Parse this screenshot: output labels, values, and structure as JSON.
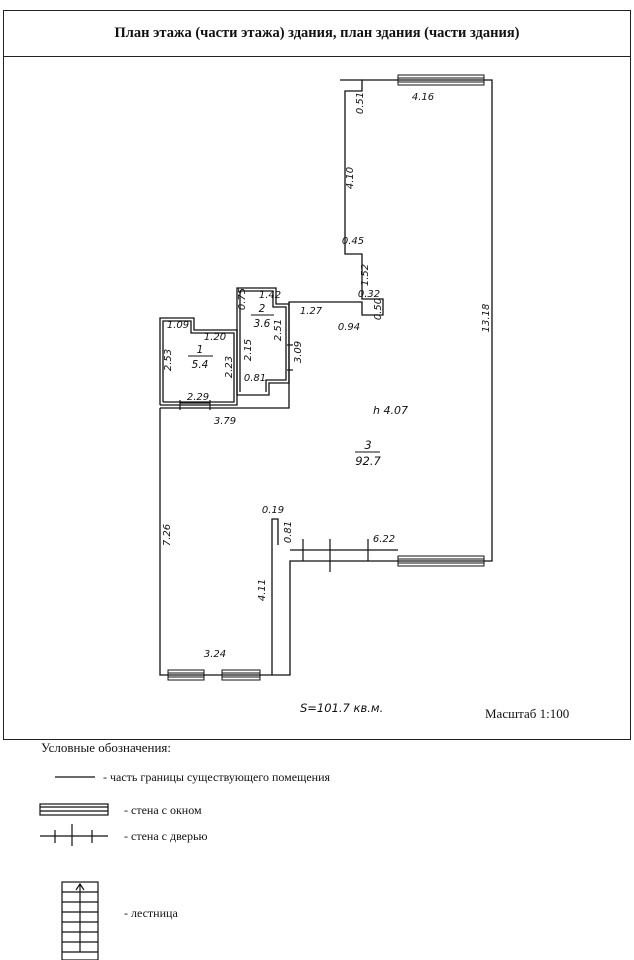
{
  "header": {
    "title": "План этажа (части этажа) здания, план здания (части здания)"
  },
  "plan": {
    "height_label": "h 4.07",
    "total_area": "S=101.7 кв.м.",
    "scale": "Масштаб 1:100",
    "rooms": [
      {
        "number": "1",
        "area": "5.4"
      },
      {
        "number": "2",
        "area": "3.6"
      },
      {
        "number": "3",
        "area": "92.7"
      }
    ],
    "dimensions": {
      "d416": "4.16",
      "d051": "0.51",
      "d410": "4.10",
      "d045": "0.45",
      "d152": "1.52",
      "d032": "0.32",
      "d050": "0.50",
      "d094": "0.94",
      "d127": "1.27",
      "d1318": "13.18",
      "d309": "3.09",
      "d251": "2.51",
      "d142": "1.42",
      "d075": "0.75",
      "d215": "2.15",
      "d081a": "0.81",
      "d109": "1.09",
      "d120": "1.20",
      "d253": "2.53",
      "d223": "2.23",
      "d229": "2.29",
      "d379": "3.79",
      "d019": "0.19",
      "d081b": "0.81",
      "d622": "6.22",
      "d726": "7.26",
      "d411": "4.11",
      "d324": "3.24"
    }
  },
  "legend": {
    "title": "Условные обозначения:",
    "items": [
      {
        "label": "- часть границы существующего помещения"
      },
      {
        "label": "- стена с окном"
      },
      {
        "label": "- стена с дверью"
      },
      {
        "label": "- лестница"
      }
    ]
  }
}
